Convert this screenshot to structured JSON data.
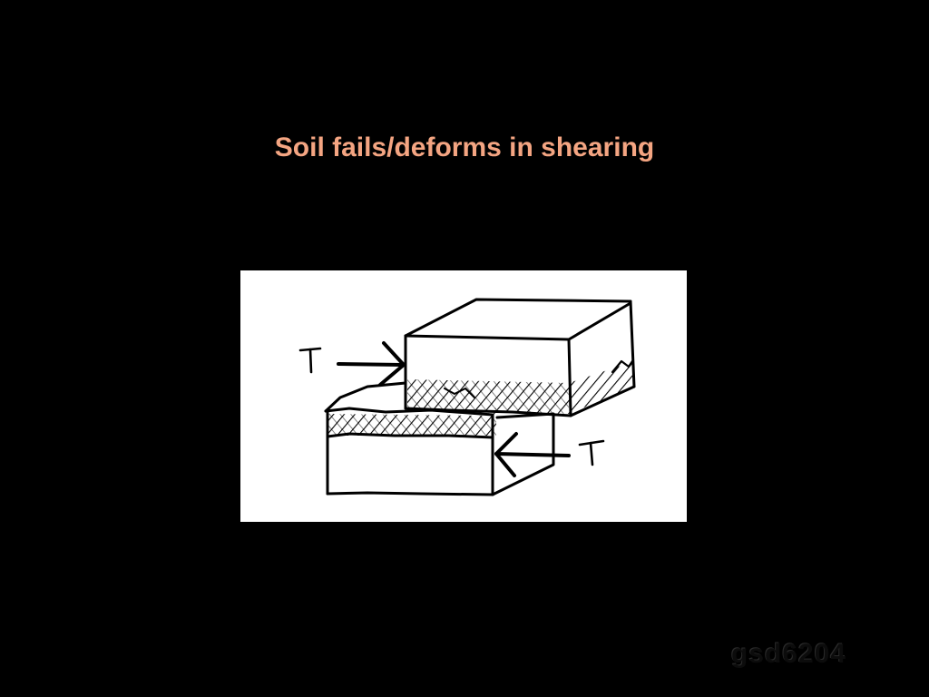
{
  "slide": {
    "title": "Soil fails/deforms in shearing",
    "title_color": "#f4a582",
    "background_color": "#000000"
  },
  "figure": {
    "description_labels": {
      "left_force": "T",
      "right_force": "T"
    }
  },
  "watermark": {
    "text": "gsd6204"
  }
}
